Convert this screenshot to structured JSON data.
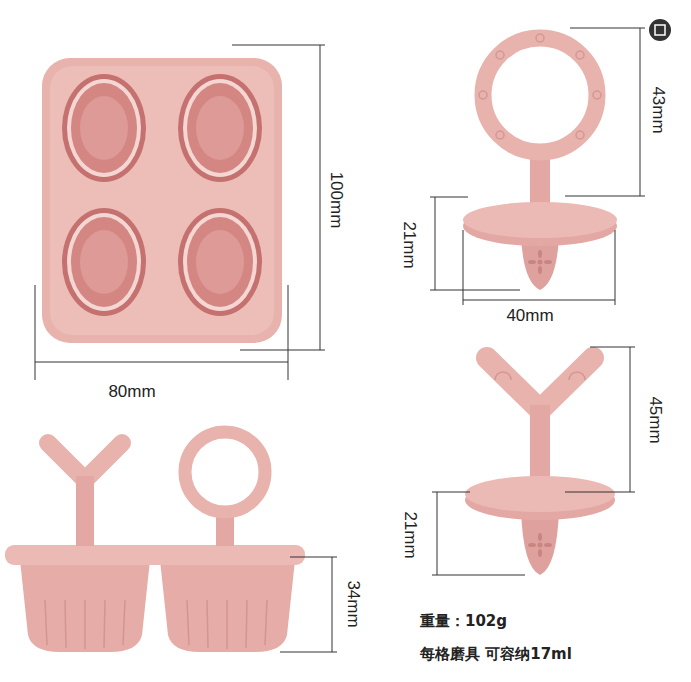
{
  "diagram": {
    "labels": [
      "100mm",
      "80mm",
      "43mm",
      "21mm",
      "40mm",
      "45mm",
      "21mm",
      "34mm",
      "重量：102g",
      "每格磨具 可容纳17ml"
    ]
  }
}
